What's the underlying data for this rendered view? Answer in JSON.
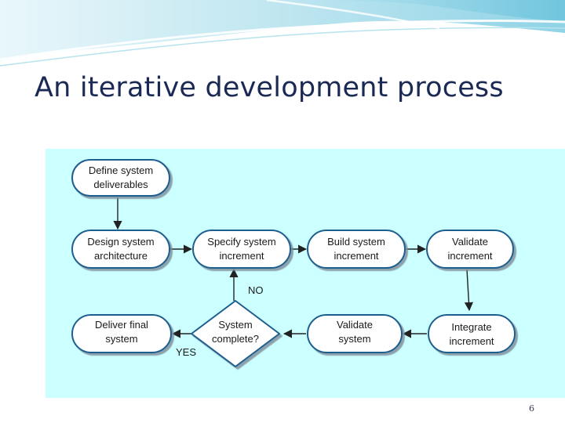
{
  "slide": {
    "title": "An iterative development process",
    "page_number": "6"
  },
  "diagram": {
    "nodes": {
      "define": [
        "Define system",
        "deliverables"
      ],
      "design": [
        "Design system",
        "architecture"
      ],
      "specify": [
        "Specify system",
        "increment"
      ],
      "build": [
        "Build system",
        "increment"
      ],
      "validate_inc": [
        "Validate",
        "increment"
      ],
      "integrate": [
        "Integrate",
        "increment"
      ],
      "validate_sys": [
        "Validate",
        "system"
      ],
      "decision": [
        "System",
        "complete?"
      ],
      "deliver": [
        "Deliver final",
        "system"
      ]
    },
    "labels": {
      "no": "NO",
      "yes": "YES"
    }
  },
  "colors": {
    "panel_bg": "#ccffff",
    "node_fill": "#ffffff",
    "node_stroke": "#1f5f8f",
    "title": "#1b2a55"
  }
}
